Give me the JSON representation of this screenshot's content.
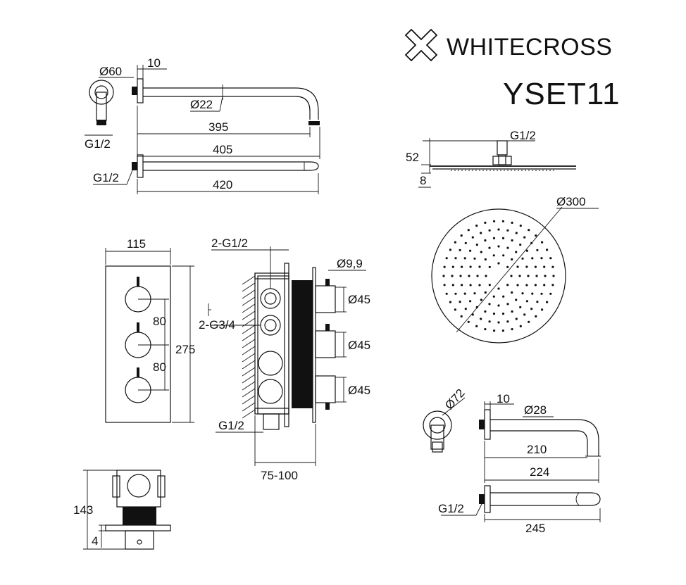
{
  "brand": {
    "name": "WHITECROSS",
    "model": "YSET11"
  },
  "shower_arm": {
    "dia_flange": "Ø60",
    "flange_thk": "10",
    "dia_pipe": "Ø22",
    "len_inner": "395",
    "len_outer": "405",
    "thread": "G1/2"
  },
  "arm_side": {
    "thread": "G1/2",
    "length": "420"
  },
  "shower_head": {
    "thread": "G1/2",
    "height": "52",
    "thickness": "8",
    "diameter": "Ø300"
  },
  "front_panel": {
    "width": "115",
    "height": "275",
    "spacing_1": "80",
    "spacing_2": "80"
  },
  "valve_section": {
    "outlets_top": "2-G1/2",
    "outlets_mid": "2-G3/4",
    "inlet": "G1/2",
    "depth": "75-100",
    "pin": "Ø9,9",
    "knob_1": "Ø45",
    "knob_2": "Ø45",
    "knob_3": "Ø45"
  },
  "valve_side": {
    "height": "143",
    "offset": "4"
  },
  "spout": {
    "dia_flange": "Ø72",
    "flange_thk": "10",
    "dia_pipe": "Ø28",
    "len_inner": "210",
    "len_outer": "224"
  },
  "spout_side": {
    "thread": "G1/2",
    "length": "245"
  },
  "icons": {
    "logo": "cross-logo-icon"
  }
}
